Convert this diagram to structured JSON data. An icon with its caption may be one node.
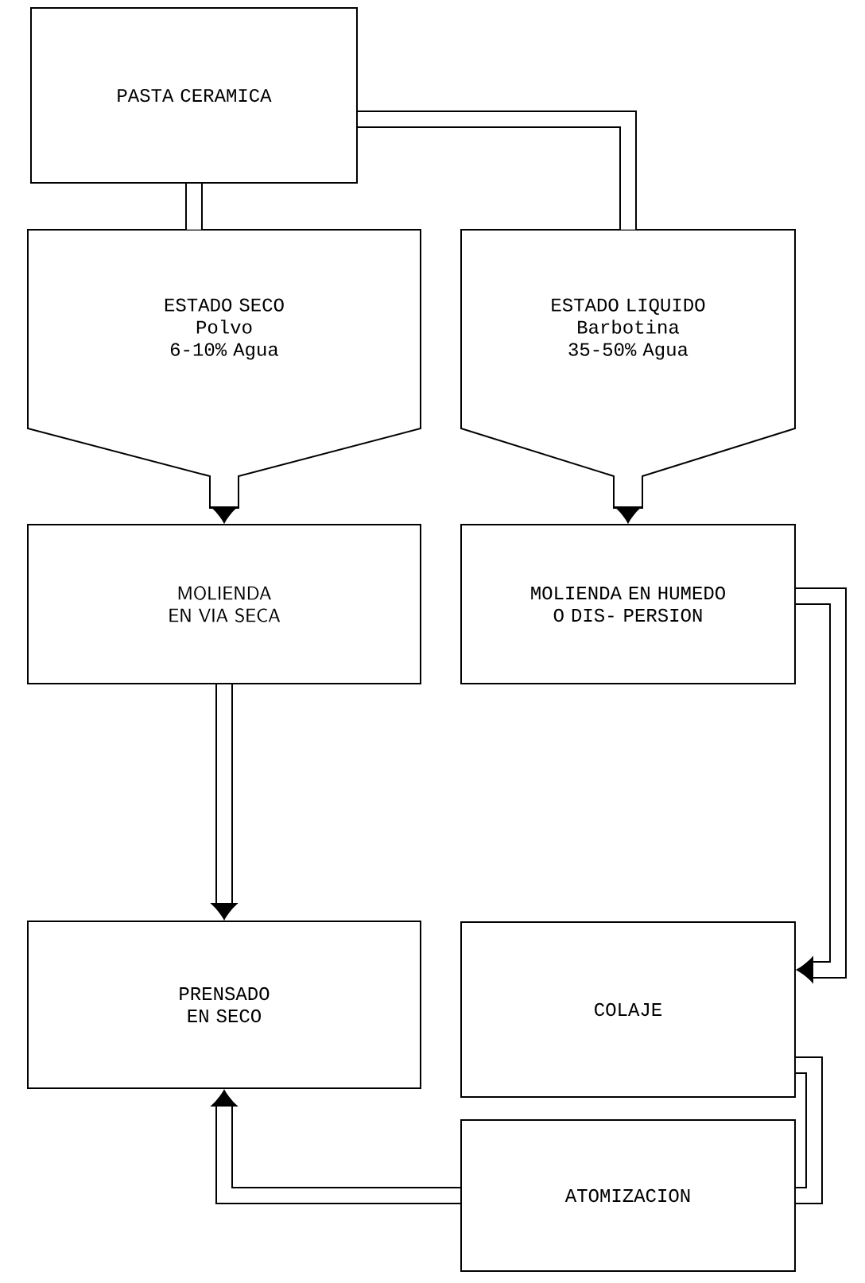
{
  "diagram": {
    "nodes": [
      {
        "text": [
          "PASTA CERAMICA"
        ]
      },
      {
        "text": [
          "ESTADO SECO",
          "Polvo",
          "6-10% Agua"
        ]
      },
      {
        "text": [
          "ESTADO LIQUIDO",
          "Barbotina",
          "35-50% Agua"
        ]
      },
      {
        "text": [
          "MOLIENDA EN VIA SECA"
        ]
      },
      {
        "text": [
          "MOLIENDA EN HUMEDO O DIS- PERSION"
        ]
      },
      {
        "text": [
          "PRENSADO EN SECO"
        ]
      },
      {
        "text": [
          "COLAJE"
        ]
      },
      {
        "text": [
          "ATOMIZACION"
        ]
      }
    ],
    "edges": [
      {
        "from": 0,
        "to": 1,
        "arrow": "none"
      },
      {
        "from": 0,
        "to": 2,
        "arrow": "none"
      },
      {
        "from": 1,
        "to": 3,
        "arrow": "to"
      },
      {
        "from": 2,
        "to": 4,
        "arrow": "to"
      },
      {
        "from": 3,
        "to": 5,
        "arrow": "to"
      },
      {
        "from": 4,
        "to": 6,
        "arrow": "to"
      },
      {
        "from": 6,
        "to": 7,
        "arrow": "none"
      },
      {
        "from": 7,
        "to": 5,
        "arrow": "to"
      }
    ]
  }
}
